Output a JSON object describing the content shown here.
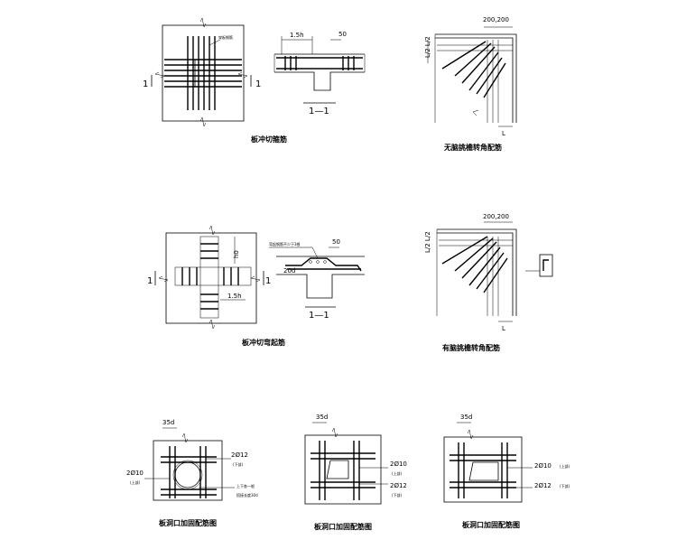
{
  "captions": {
    "punch_cut_bars": "板冲切箍筋",
    "corner_no_beam": "无脑挑檐转角配筋",
    "punch_bent_bars": "板冲切弯起筋",
    "corner_with_beam": "有脑挑檐转角配筋",
    "opening_round": "板洞口加固配筋图",
    "opening_rect_a": "板洞口加固配筋图",
    "opening_rect_b": "板洞口加固配筋图"
  },
  "labels": {
    "section_mark": "1",
    "section_title": "1—1",
    "dim_1_5h": "1.5h",
    "dim_50": "50",
    "dim_200_200": "200,200",
    "dim_l2_l2": "L/2 L/2",
    "dim_20d": "20d",
    "dim_h0": "h0",
    "dim_35d": "35d",
    "dim_L": "L",
    "note_stirrup": "穿板钢筋",
    "note_bent": "弯起钢筋不少于3根",
    "rebar_2d10": "2Ø10",
    "rebar_2d12": "2Ø12",
    "rebar_top": "(上部)",
    "rebar_bottom": "(下部)",
    "note_ring": "上下各一根",
    "note_ring_2": "搭接长度30d"
  }
}
